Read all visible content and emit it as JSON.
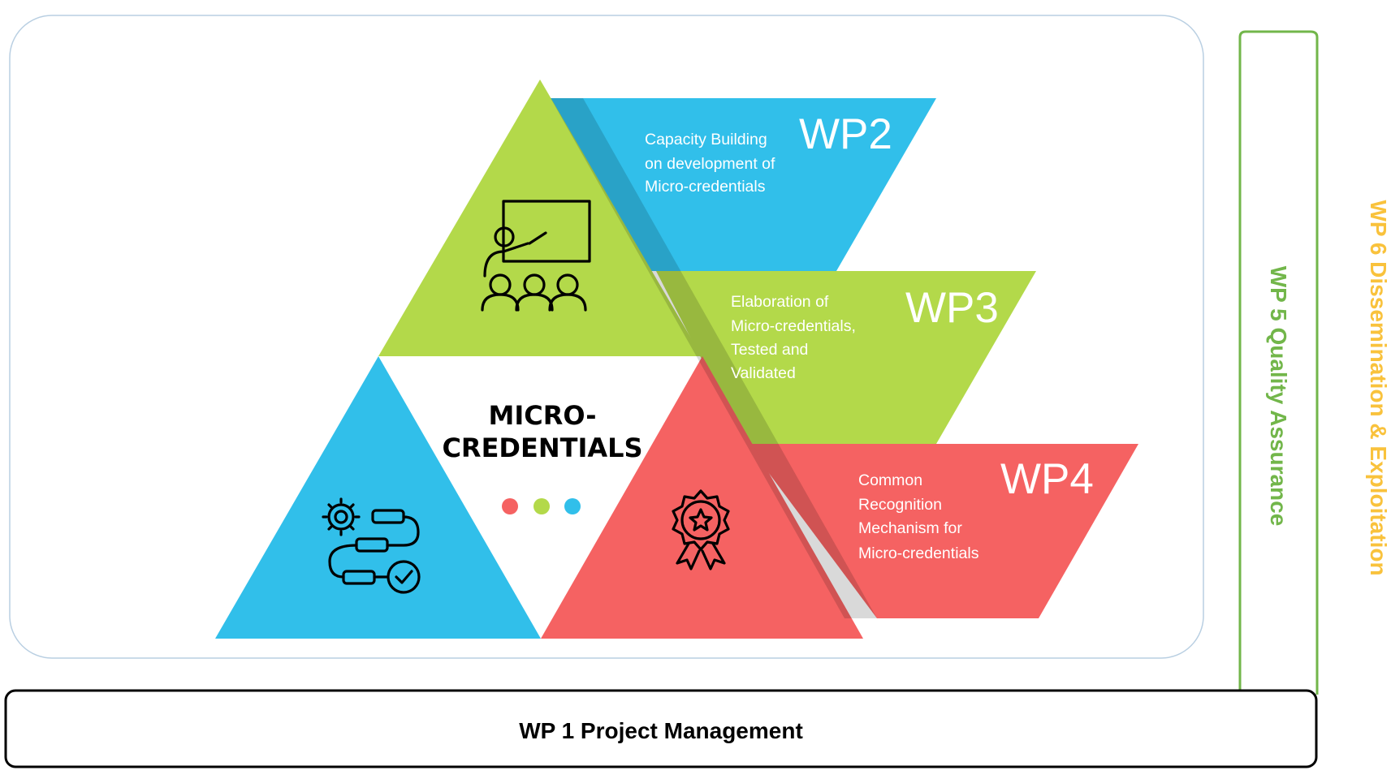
{
  "colors": {
    "green": "#b3d94a",
    "blue": "#31bfea",
    "red": "#f56262",
    "wp5_green": "#72b64a",
    "wp6_yellow": "#f9c23c",
    "frame_border": "#b9cfe2",
    "text_dark": "#000000",
    "text_light": "#ffffff"
  },
  "center": {
    "title_line1": "MICRO-",
    "title_line2": "CREDENTIALS",
    "dots": [
      "red",
      "green",
      "blue"
    ]
  },
  "wp2": {
    "title": "WP2",
    "line1": "Capacity Building",
    "line2": "on development of",
    "line3": "Micro-credentials"
  },
  "wp3": {
    "title": "WP3",
    "line1": "Elaboration of",
    "line2": "Micro-credentials,",
    "line3": "Tested and",
    "line4": "Validated"
  },
  "wp4": {
    "title": "WP4",
    "line1": "Common",
    "line2": "Recognition",
    "line3": "Mechanism for",
    "line4": "Micro-credentials"
  },
  "wp5": {
    "label": "WP 5 Quality Assurance"
  },
  "wp6": {
    "label": "WP 6 Dissemination & Exploitation"
  },
  "wp1": {
    "label": "WP 1 Project Management"
  },
  "icons": {
    "top_triangle": "teacher-presentation-icon",
    "left_triangle": "process-workflow-icon",
    "right_triangle": "award-badge-icon"
  }
}
